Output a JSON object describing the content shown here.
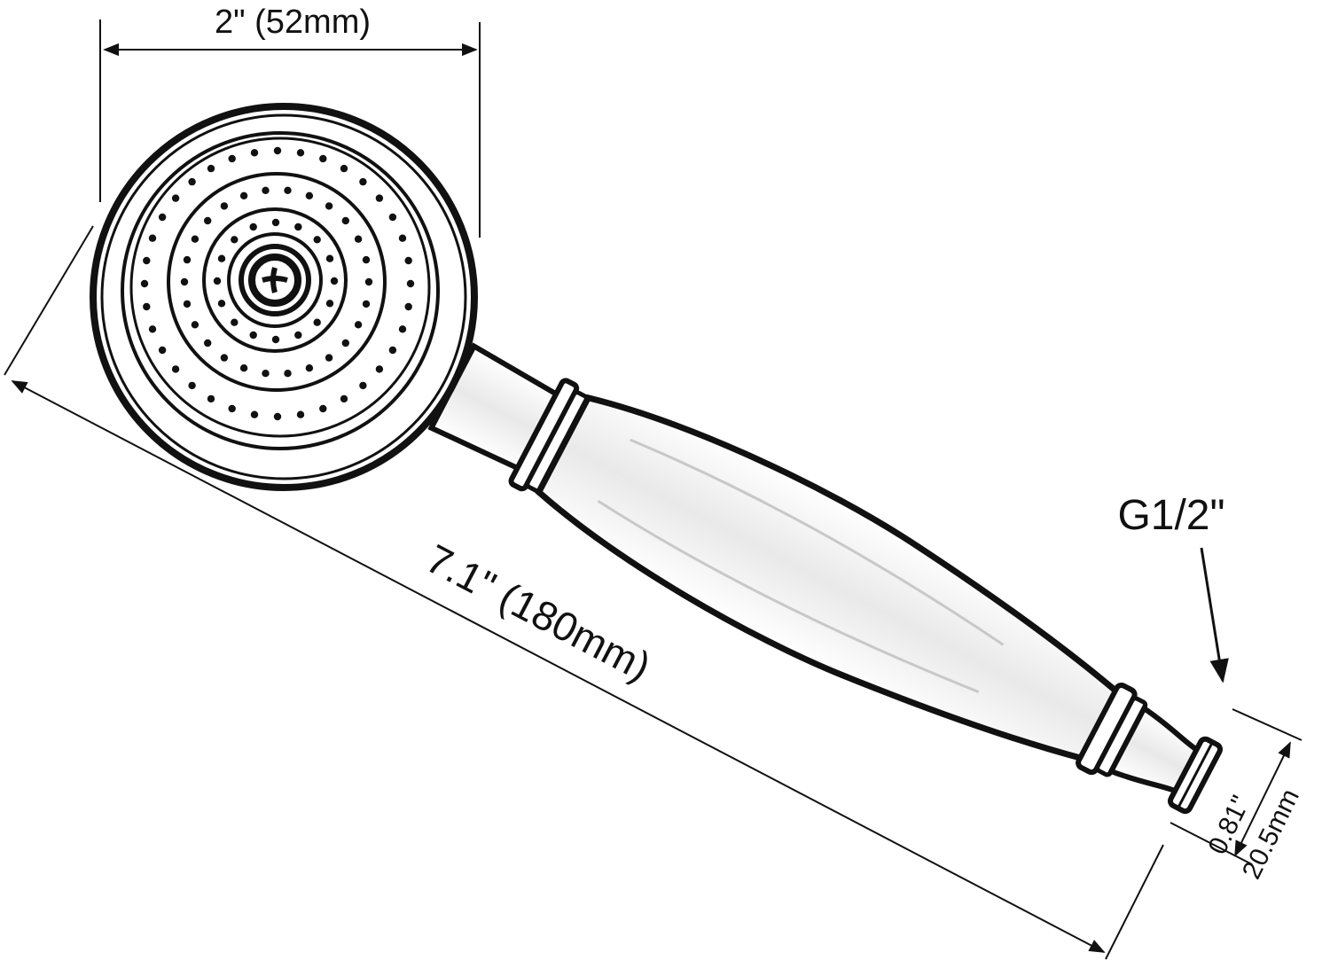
{
  "labels": {
    "head_width": "2\" (52mm)",
    "overall_length": "7.1\" (180mm)",
    "thread": "G1/2\"",
    "outlet_inch": "0.81\"",
    "outlet_mm": "20.5mm"
  },
  "colors": {
    "line": "#111111",
    "background": "#ffffff"
  }
}
